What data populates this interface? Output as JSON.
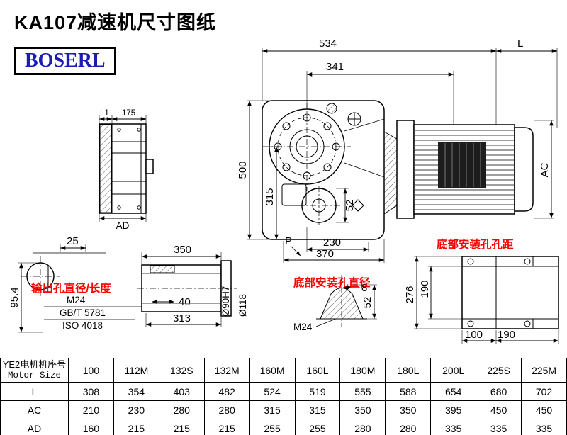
{
  "colors": {
    "annotation_red": "#ff0000",
    "logo_blue": "#1c1cb5",
    "line_black": "#000000"
  },
  "header": {
    "title": "KA107减速机尺寸图纸",
    "logo": "BOSERL"
  },
  "drawing": {
    "top_dims": {
      "overall": "534",
      "motor_len": "L",
      "inner": "341"
    },
    "side": {
      "l1": "L1",
      "w175": "175",
      "ad": "AD"
    },
    "front": {
      "h500": "500",
      "h315": "315",
      "d52": "52",
      "w230": "230",
      "w370": "370",
      "p": "P",
      "ac": "AC"
    },
    "section": {
      "w25": "25",
      "h954": "95.4",
      "label": "输出孔直径/长度",
      "m24": "M24",
      "gb": "GB/T 5781",
      "iso": "ISO 4018"
    },
    "shaft": {
      "w350": "350",
      "w40": "40",
      "w313": "313",
      "d90": "Ø90H7",
      "d118": "Ø118"
    },
    "foot": {
      "label": "底部安装孔直径",
      "t8": "8",
      "h52": "52",
      "m24": "M24"
    },
    "bottom": {
      "label": "底部安装孔孔距",
      "h276": "276",
      "h190": "190",
      "w100": "100",
      "w190": "190"
    }
  },
  "table": {
    "row_header_cn": "YE2电机机座号",
    "row_header_en": "Motor Size",
    "columns": [
      "100",
      "112M",
      "132S",
      "132M",
      "160M",
      "160L",
      "180M",
      "180L",
      "200L",
      "225S",
      "225M"
    ],
    "rows": [
      {
        "label": "L",
        "values": [
          "308",
          "354",
          "403",
          "482",
          "524",
          "519",
          "555",
          "588",
          "654",
          "680",
          "702"
        ]
      },
      {
        "label": "AC",
        "values": [
          "210",
          "230",
          "280",
          "280",
          "315",
          "315",
          "350",
          "350",
          "395",
          "450",
          "450"
        ]
      },
      {
        "label": "AD",
        "values": [
          "160",
          "215",
          "215",
          "215",
          "255",
          "255",
          "280",
          "280",
          "335",
          "335",
          "335"
        ]
      }
    ]
  }
}
